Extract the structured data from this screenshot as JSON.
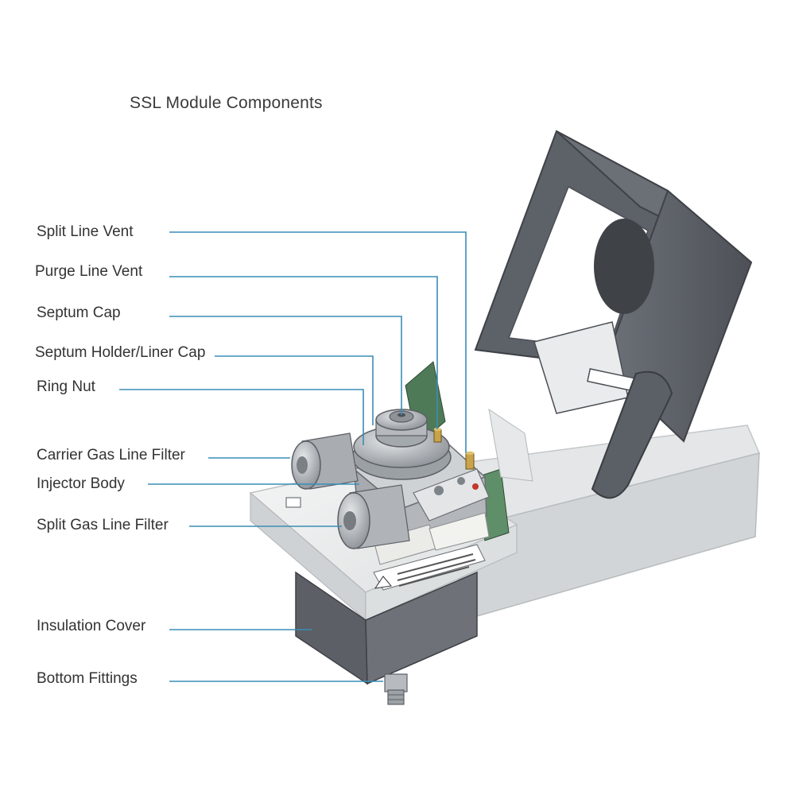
{
  "diagram": {
    "title": "SSL Module Components",
    "leader_color": "#3a8db6",
    "labels": [
      {
        "id": "split-line-vent",
        "text": "Split Line Vent"
      },
      {
        "id": "purge-line-vent",
        "text": "Purge Line Vent"
      },
      {
        "id": "septum-cap",
        "text": "Septum Cap"
      },
      {
        "id": "septum-holder-liner-cap",
        "text": "Septum Holder/Liner Cap"
      },
      {
        "id": "ring-nut",
        "text": "Ring Nut"
      },
      {
        "id": "carrier-gas-line-filter",
        "text": "Carrier Gas Line Filter"
      },
      {
        "id": "injector-body",
        "text": "Injector Body"
      },
      {
        "id": "split-gas-line-filter",
        "text": "Split Gas Line Filter"
      },
      {
        "id": "insulation-cover",
        "text": "Insulation Cover"
      },
      {
        "id": "bottom-fittings",
        "text": "Bottom Fittings"
      }
    ]
  }
}
